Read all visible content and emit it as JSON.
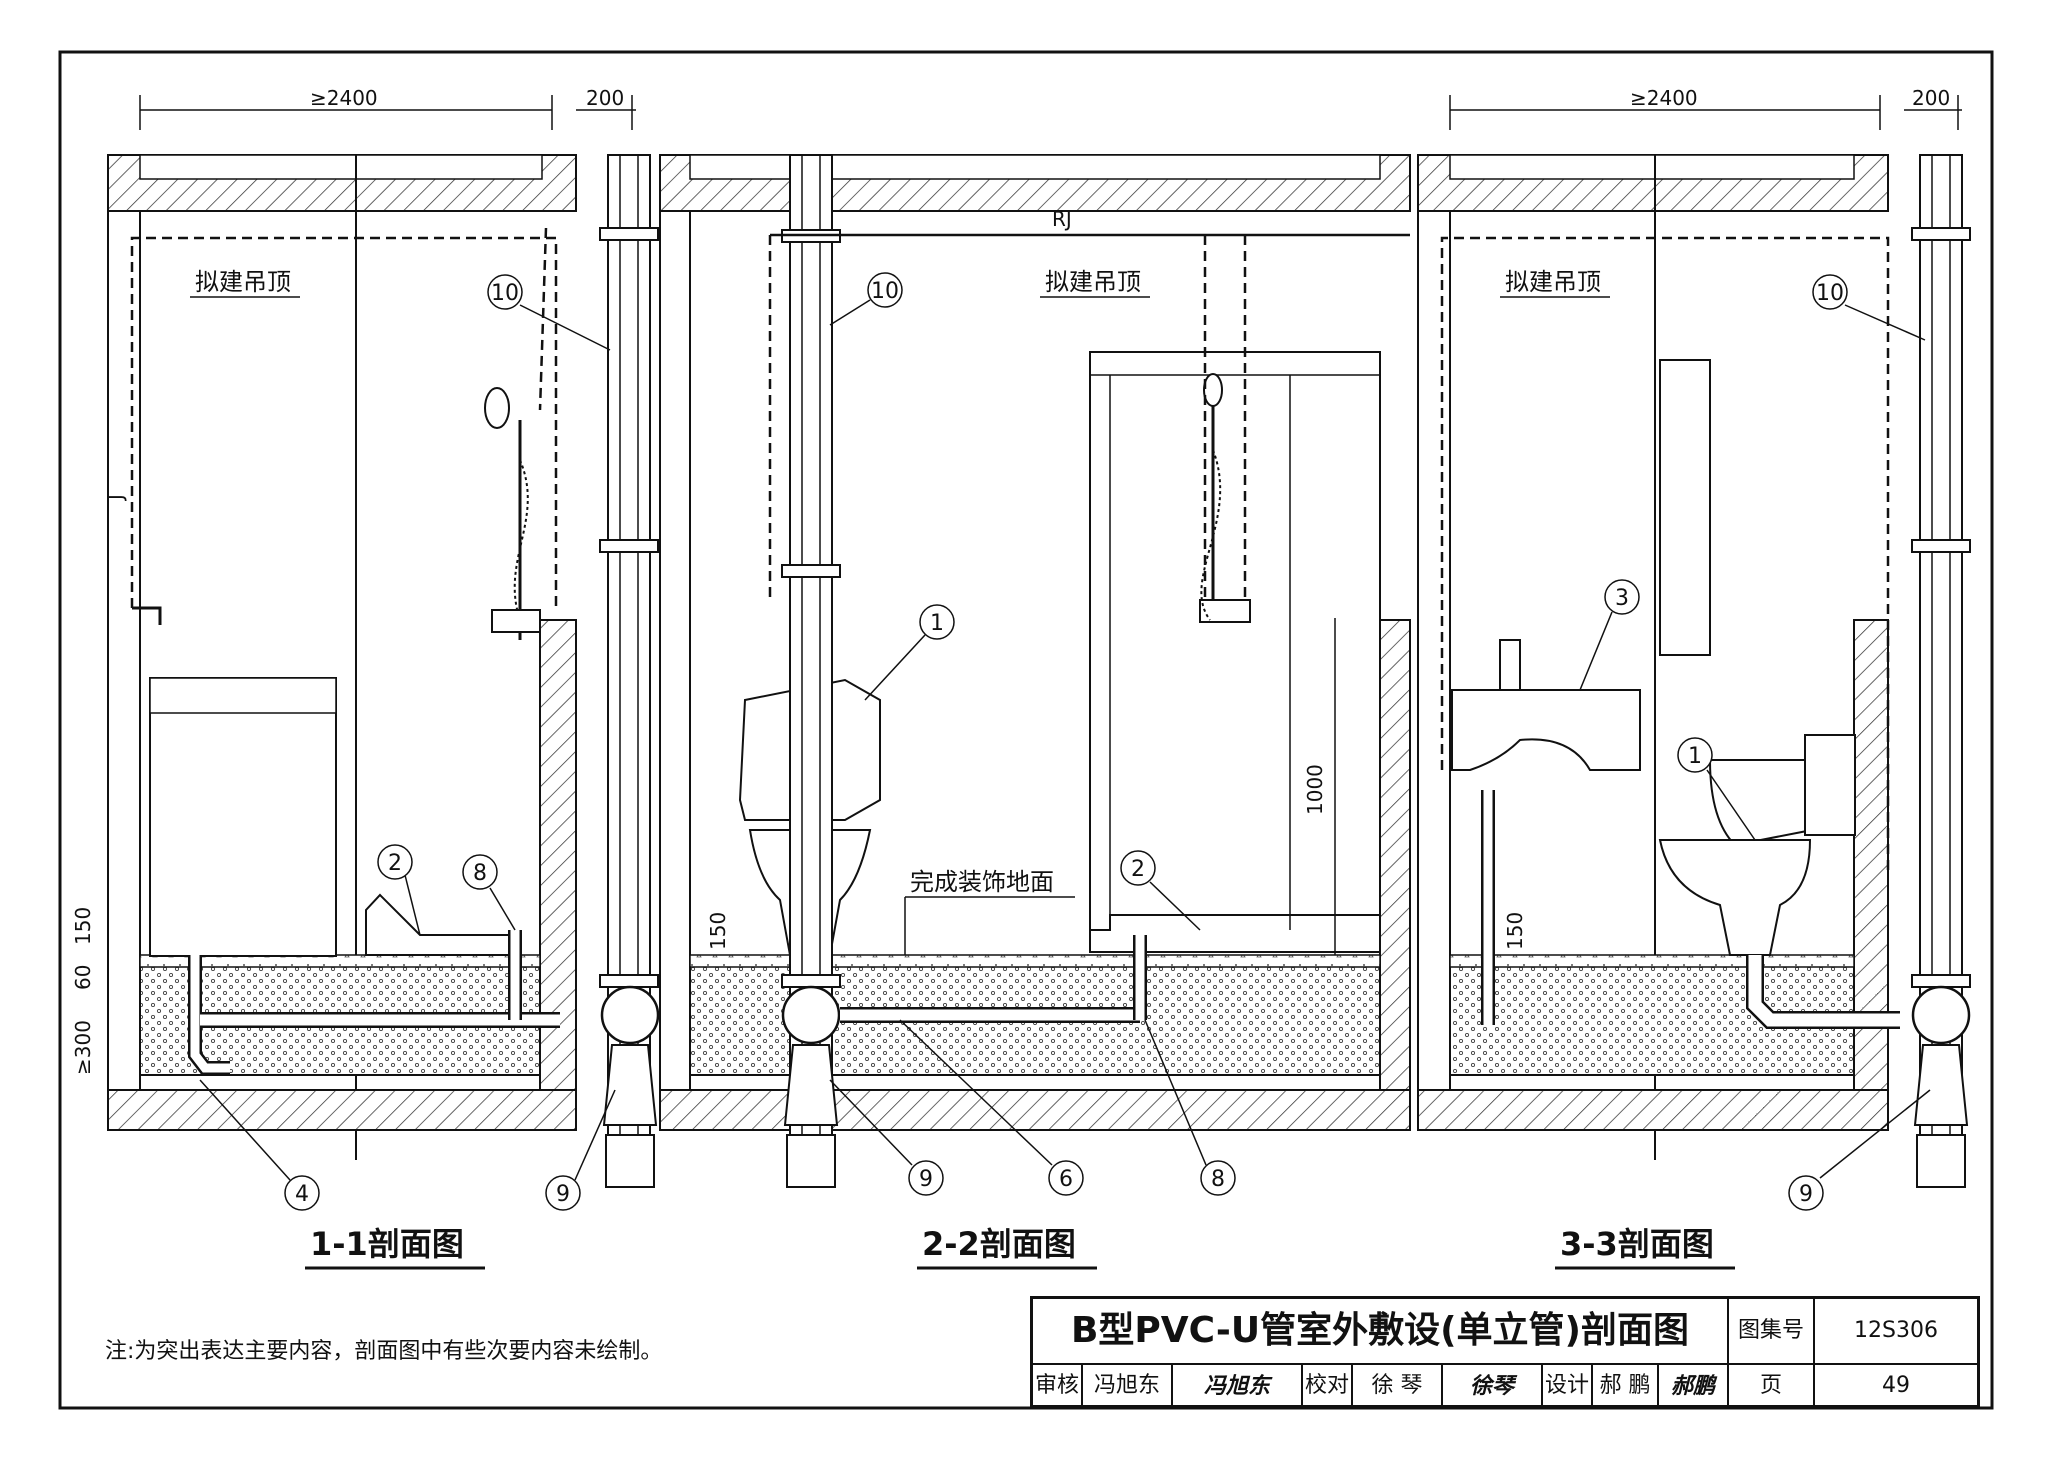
{
  "dimensions": {
    "width_left": "≥2400",
    "wall_left": "200",
    "width_right": "≥2400",
    "wall_right": "200",
    "depth_300": "≥300",
    "depth_60": "60",
    "height_150_a": "150",
    "height_150_b": "150",
    "height_150_c": "150",
    "height_1000": "1000"
  },
  "labels": {
    "ceiling_1": "拟建吊顶",
    "ceiling_2": "拟建吊顶",
    "ceiling_3": "拟建吊顶",
    "finished_floor": "完成装饰地面",
    "pipe_j": "J",
    "pipe_rj": "RJ"
  },
  "callouts": {
    "s1": [
      "10",
      "2",
      "8",
      "4",
      "9"
    ],
    "s2": [
      "10",
      "1",
      "2",
      "9",
      "6",
      "8"
    ],
    "s3": [
      "10",
      "3",
      "1",
      "9"
    ]
  },
  "sections": {
    "s1": "1-1剖面图",
    "s2": "2-2剖面图",
    "s3": "3-3剖面图"
  },
  "note": "注:为突出表达主要内容，剖面图中有些次要内容未绘制。",
  "title_block": {
    "title": "B型PVC-U管室外敷设(单立管)剖面图",
    "atlas_label": "图集号",
    "atlas_no": "12S306",
    "review_label": "审核",
    "reviewer": "冯旭东",
    "reviewer_sig": "冯旭东",
    "check_label": "校对",
    "checker": "徐 琴",
    "checker_sig": "徐琴",
    "design_label": "设计",
    "designer": "郝 鹏",
    "designer_sig": "郝鹏",
    "page_label": "页",
    "page_no": "49"
  }
}
